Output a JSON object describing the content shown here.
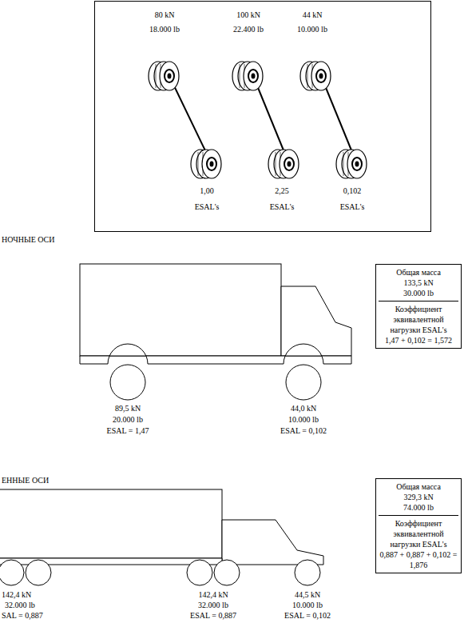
{
  "diagram": {
    "nodes": [
      {
        "text": [
          "80 kN",
          "18.000 lb",
          "100 kN",
          "22.400 lb",
          "44 kN",
          "10.000 lb",
          "1,00",
          "ESAL's",
          "2,25",
          "ESAL's",
          "0,102",
          "ESAL's"
        ]
      },
      {
        "text": [
          "Общая масса",
          "133,5 kN",
          "30.000 lb",
          "Коэффициент эквивалентной нагрузки ESAL's",
          "1,47 + 0,102 = 1,572"
        ]
      },
      {
        "text": [
          "Общая масса",
          "329,3 kN",
          "74.000 lb",
          "Коэффициент эквивалентной нагрузки ESAL's",
          "0,887 + 0,887 + 0,102 = 1,876"
        ]
      }
    ],
    "labels": [
      "НОЧНЫЕ ОСИ",
      "89,5 kN",
      "20.000 lb",
      "ESAL = 1,47",
      "44,0 kN",
      "10.000 lb",
      "ESAL = 0,102",
      "ЕННЫЕ ОСИ",
      "142,4 kN",
      "32.000 lb",
      "SAL = 0,887",
      "142,4 kN",
      "32.000 lb",
      "ESAL = 0,887",
      "44,5 kN",
      "10.000 lb",
      "ESAL = 0,102"
    ]
  }
}
